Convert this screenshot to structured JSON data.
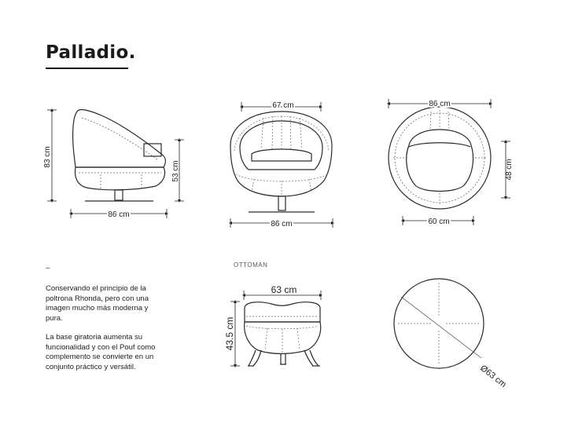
{
  "header": {
    "title": "Palladio."
  },
  "text": {
    "dash": "–",
    "paragraph1": "Conservando el principio de la poltrona Rhonda, pero con una imagen mucho más moderna y pura.",
    "paragraph2": "La base giratoria aumenta su funcionalidad y con el Pouf como complemento se convierte en un conjunto práctico y versátil.",
    "ottoman_label": "OTTOMAN"
  },
  "dimensions": {
    "side_height": "83 cm",
    "side_depth": "86 cm",
    "side_seat_height": "53 cm",
    "front_top_width": "67 cm",
    "front_width": "86 cm",
    "top_diameter": "86 cm",
    "top_inner_width": "60 cm",
    "top_inner_depth": "48 cm",
    "ottoman_width": "63 cm",
    "ottoman_height": "43.5 cm",
    "ottoman_diameter": "Ø63 cm"
  },
  "colors": {
    "line": "#2a2a2a",
    "stitch": "#6a6a6a"
  }
}
